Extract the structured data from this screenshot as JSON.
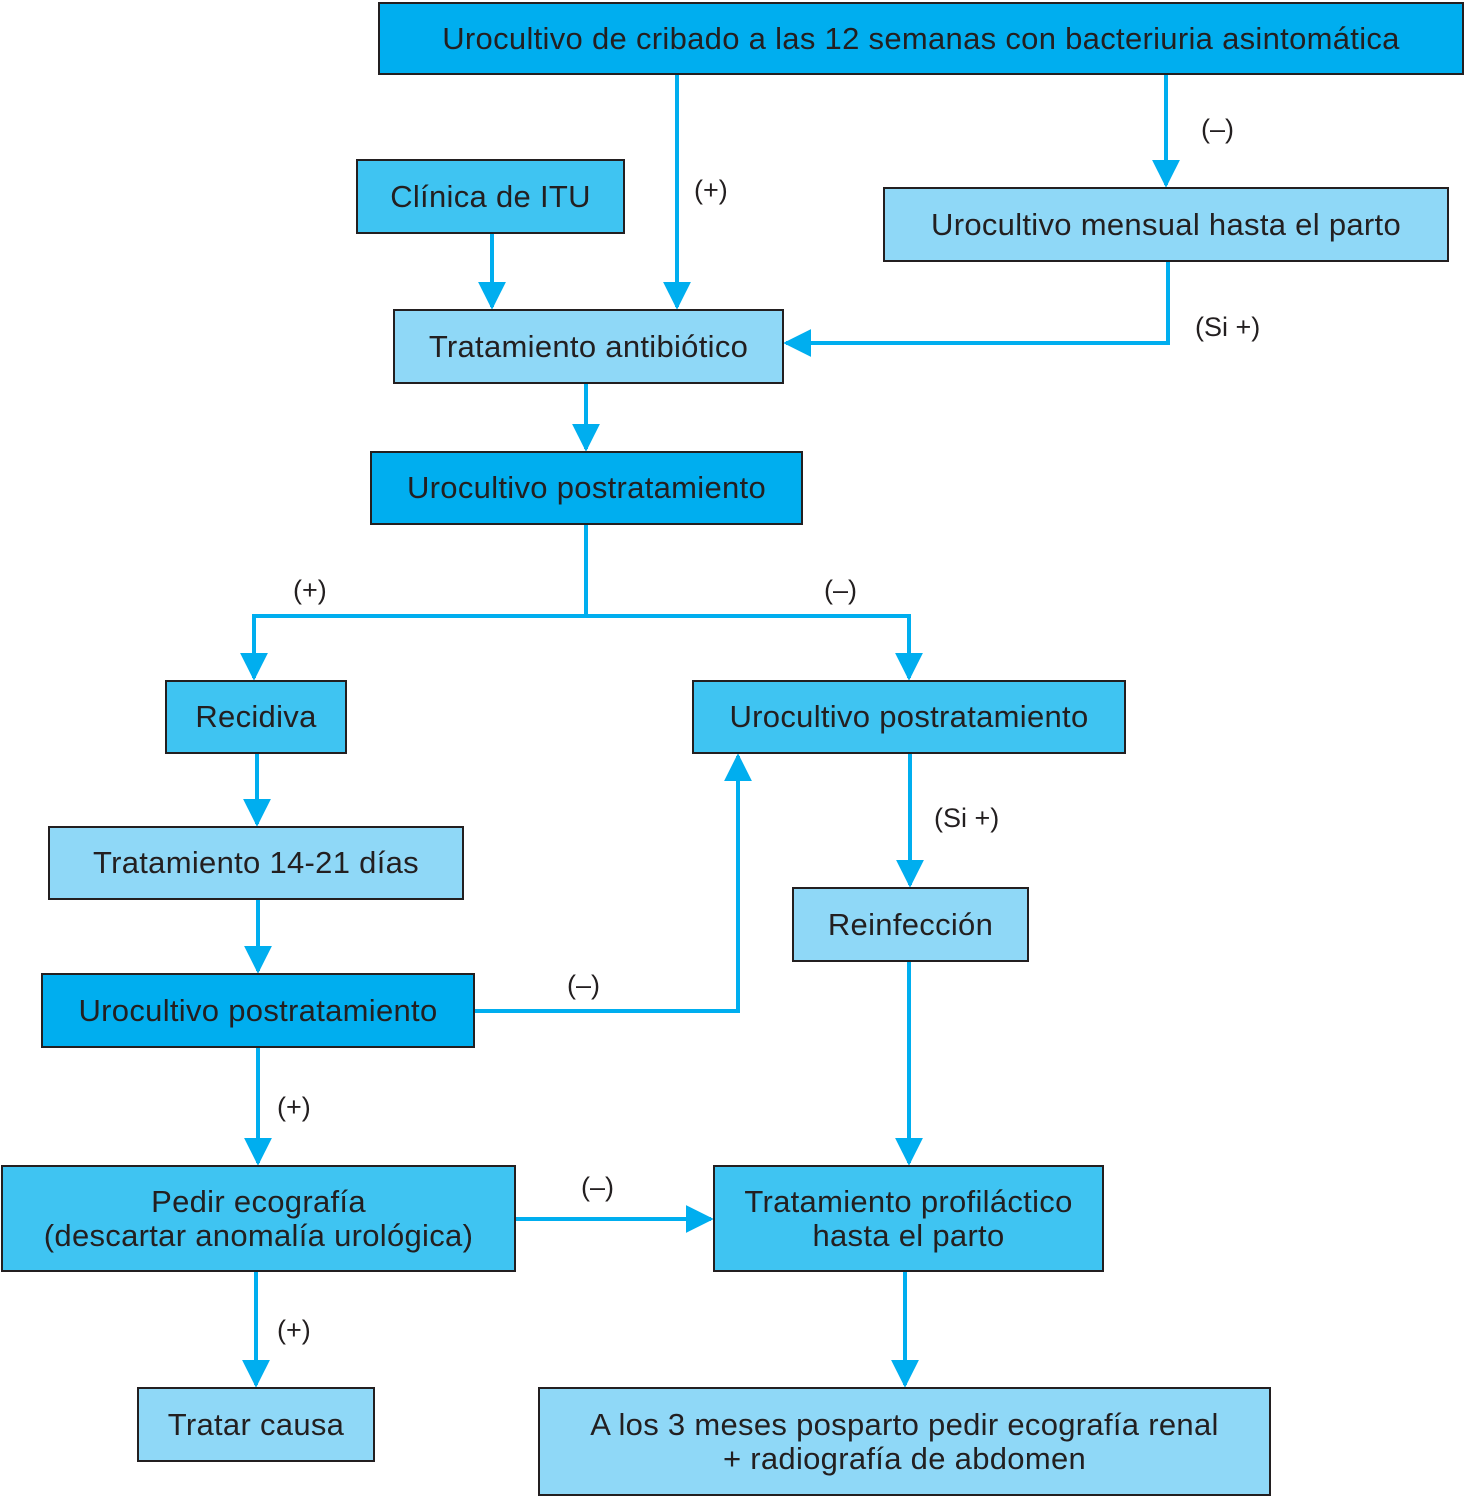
{
  "colors": {
    "dark_fill": "#00aeef",
    "medium_fill": "#3fc4f2",
    "light_fill": "#8fd8f7",
    "connector": "#00aeef",
    "border": "#231f20"
  },
  "nodes": {
    "cribado": "Urocultivo de cribado a las 12 semanas con bacteriuria asintomática",
    "clinica": "Clínica de ITU",
    "mensual": "Urocultivo mensual hasta el parto",
    "tratamiento": "Tratamiento antibiótico",
    "postrat_1": "Urocultivo postratamiento",
    "recidiva": "Recidiva",
    "postrat_2": "Urocultivo postratamiento",
    "tratamiento_14": "Tratamiento 14-21 días",
    "reinfeccion": "Reinfección",
    "postrat_3": "Urocultivo postratamiento",
    "ecografia_line1": "Pedir ecografía",
    "ecografia_line2": "(descartar anomalía urológica)",
    "profilactico_line1": "Tratamiento profiláctico",
    "profilactico_line2": "hasta el parto",
    "tratar_causa": "Tratar causa",
    "posparto_line1": "A los 3 meses posparto pedir ecografía renal",
    "posparto_line2": "+ radiografía de abdomen"
  },
  "labels": {
    "cribado_pos": "(+)",
    "cribado_neg": "(–)",
    "mensual_si_pos": "(Si +)",
    "postrat1_pos": "(+)",
    "postrat1_neg": "(–)",
    "postrat2_si_pos": "(Si +)",
    "postrat3_neg": "(–)",
    "postrat3_pos": "(+)",
    "ecografia_neg": "(–)",
    "ecografia_pos": "(+)"
  }
}
